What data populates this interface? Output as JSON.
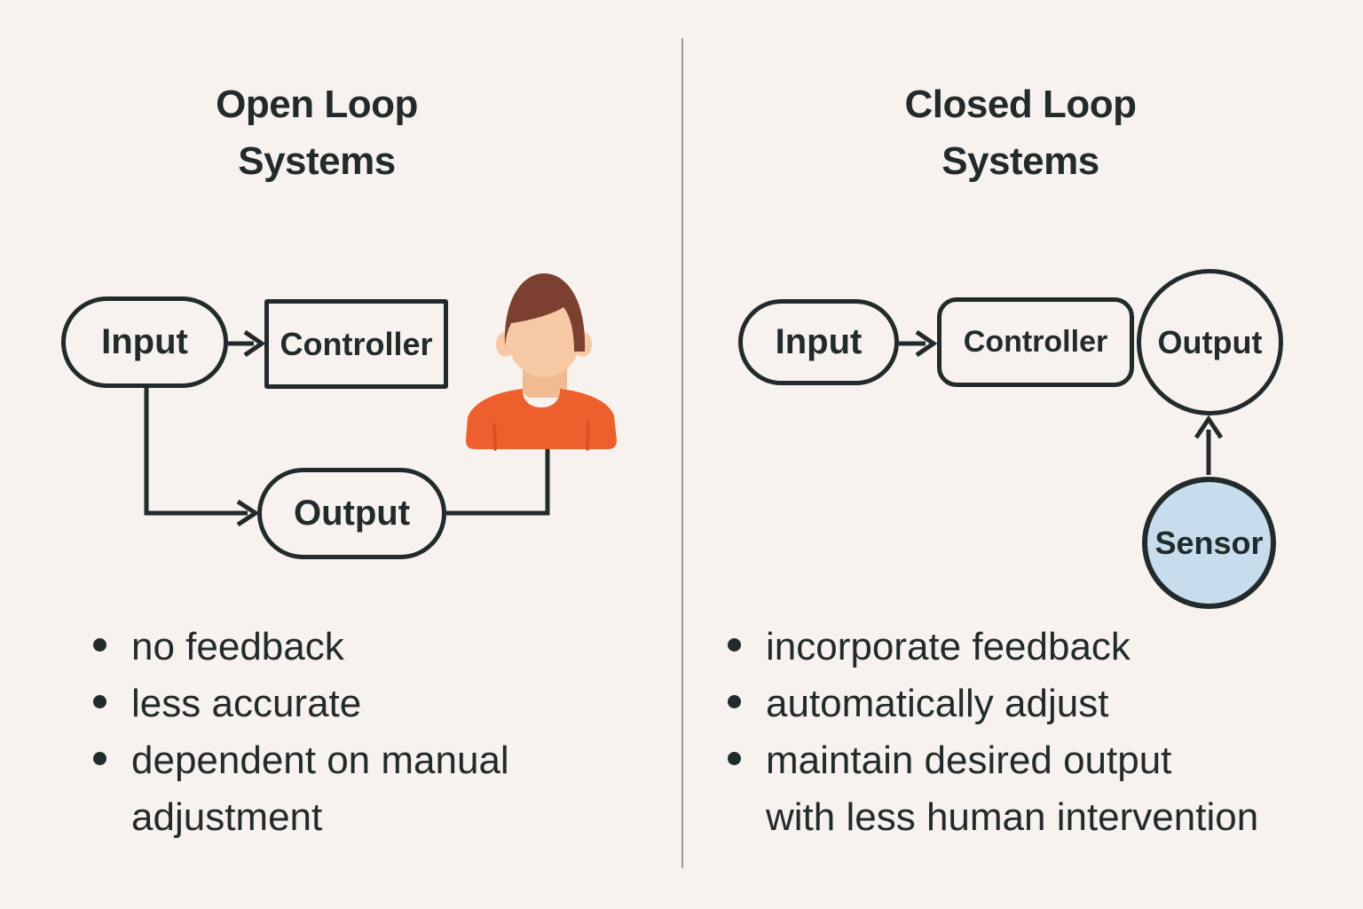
{
  "colors": {
    "bg": "#f7f2ed",
    "ink": "#222b2b",
    "divider": "#9a9a9a",
    "orange": "#ee5f2e",
    "orange-shade": "#d9511f",
    "skin": "#f6c9a4",
    "skin-shade": "#f1ba90",
    "hair": "#7b4030",
    "sensor-blue": "#c7dded"
  },
  "left": {
    "title": "Open Loop\nSystems",
    "nodes": {
      "input": "Input",
      "controller": "Controller",
      "output": "Output"
    },
    "bullets": [
      "no feedback",
      "less accurate",
      "dependent on manual\nadjustment"
    ]
  },
  "right": {
    "title": "Closed Loop\nSystems",
    "nodes": {
      "input": "Input",
      "controller": "Controller",
      "output": "Output",
      "sensor": "Sensor"
    },
    "bullets": [
      "incorporate feedback",
      "automatically adjust",
      "maintain desired output\nwith less human intervention"
    ]
  }
}
